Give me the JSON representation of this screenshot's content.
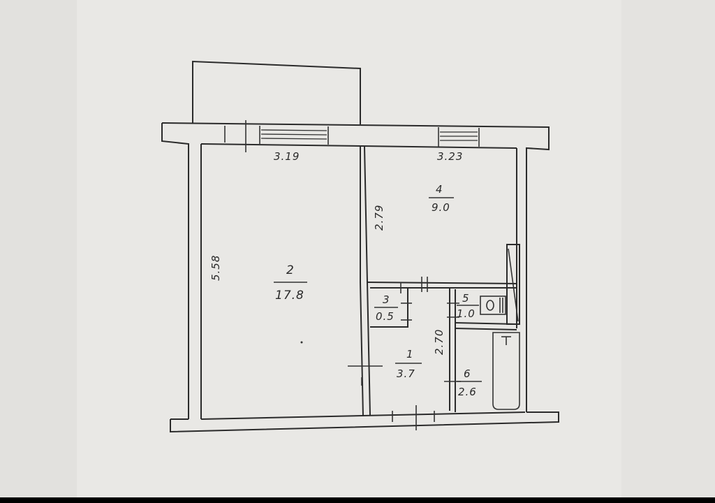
{
  "colors": {
    "paper": "#e9e8e5",
    "paper_edge": "#dcdbd8",
    "ink": "#2b2b2b"
  },
  "dimensions": {
    "wall_top_left": "3.19",
    "wall_top_right": "3.23",
    "wall_left": "5.58",
    "room4_side": "2.79",
    "hall_side": "2.70"
  },
  "rooms": [
    {
      "number": "2",
      "area": "17.8"
    },
    {
      "number": "4",
      "area": "9.0"
    },
    {
      "number": "3",
      "area": "0.5"
    },
    {
      "number": "5",
      "area": "1.0"
    },
    {
      "number": "1",
      "area": "3.7"
    },
    {
      "number": "6",
      "area": "2.6"
    }
  ]
}
